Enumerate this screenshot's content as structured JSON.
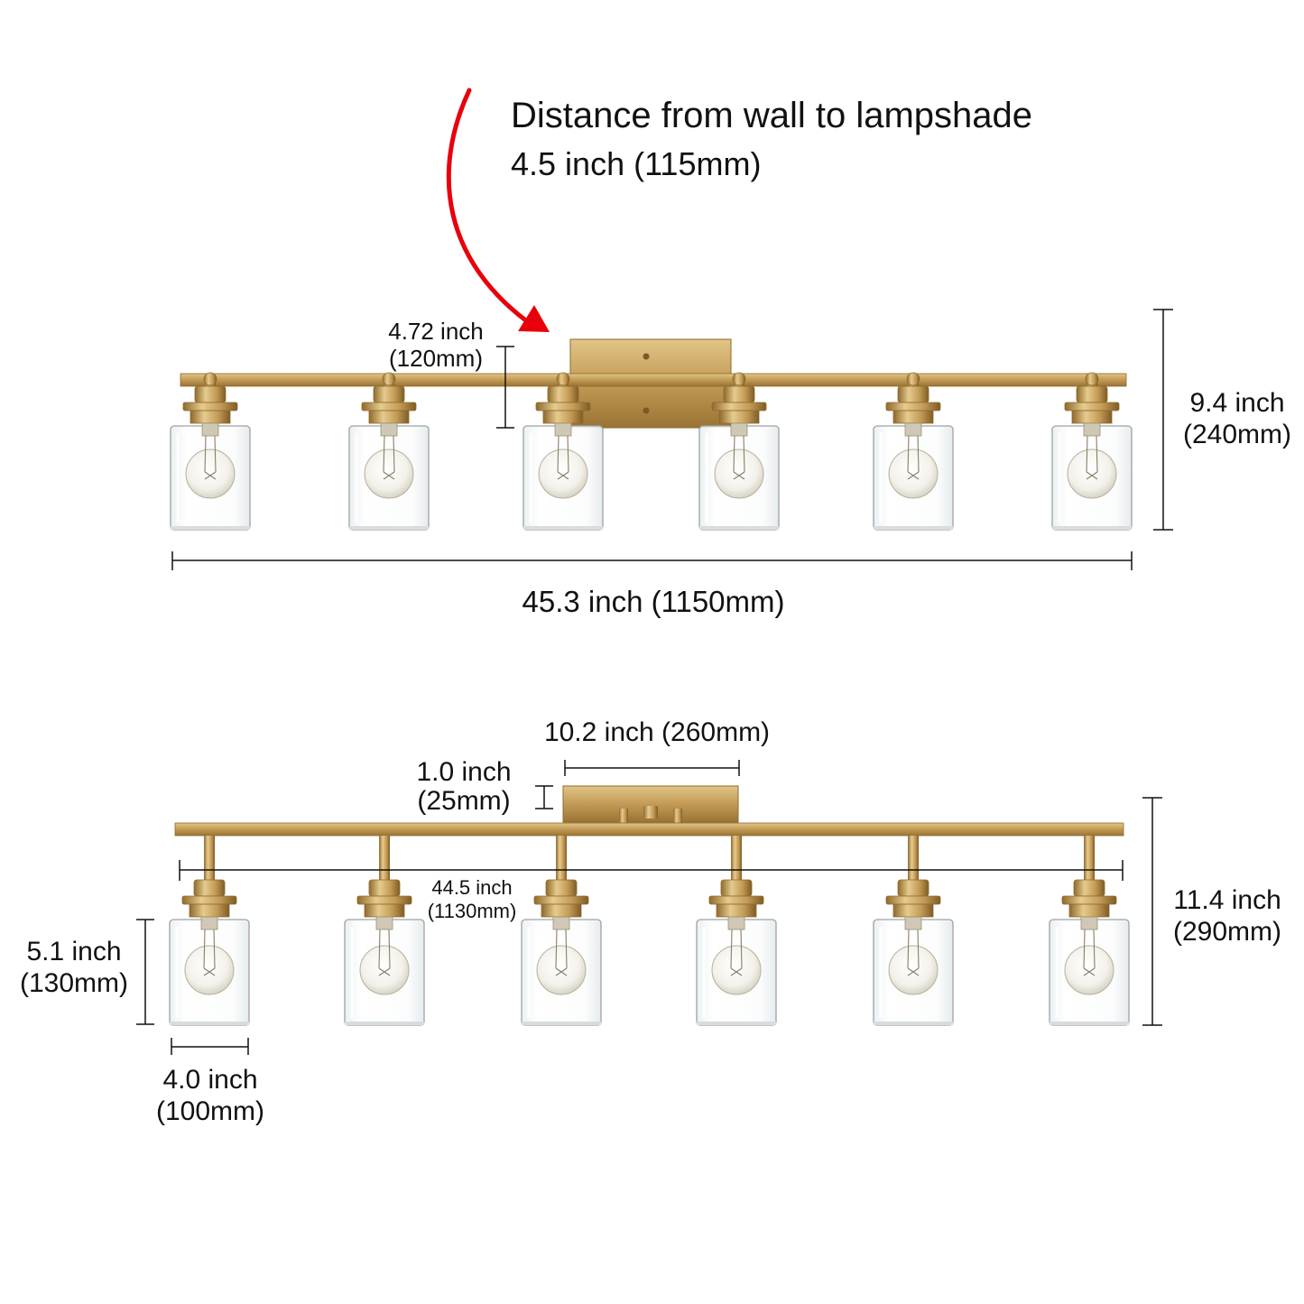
{
  "title": "Distance from wall to lampshade",
  "subtitle": "4.5 inch (115mm)",
  "colors": {
    "brass": "#c29a55",
    "brass_dark": "#8f6a2c",
    "arrow": "#e8000b",
    "glass": "#f4f6f7",
    "line": "#111111"
  },
  "top_view": {
    "lamp_count": 6,
    "dims": {
      "backplate_offset": {
        "inch": "4.72 inch",
        "mm": "(120mm)"
      },
      "height": {
        "inch": "9.4 inch",
        "mm": "(240mm)"
      },
      "width": {
        "label": "45.3 inch (1150mm)"
      }
    }
  },
  "bottom_view": {
    "lamp_count": 6,
    "dims": {
      "backplate_width": {
        "label": "10.2 inch (260mm)"
      },
      "backplate_depth": {
        "inch": "1.0 inch",
        "mm": "(25mm)"
      },
      "arm_span": {
        "inch": "44.5 inch",
        "mm": "(1130mm)"
      },
      "height": {
        "inch": "11.4 inch",
        "mm": "(290mm)"
      },
      "shade_height": {
        "inch": "5.1 inch",
        "mm": "(130mm)"
      },
      "shade_width": {
        "inch": "4.0 inch",
        "mm": "(100mm)"
      }
    }
  }
}
